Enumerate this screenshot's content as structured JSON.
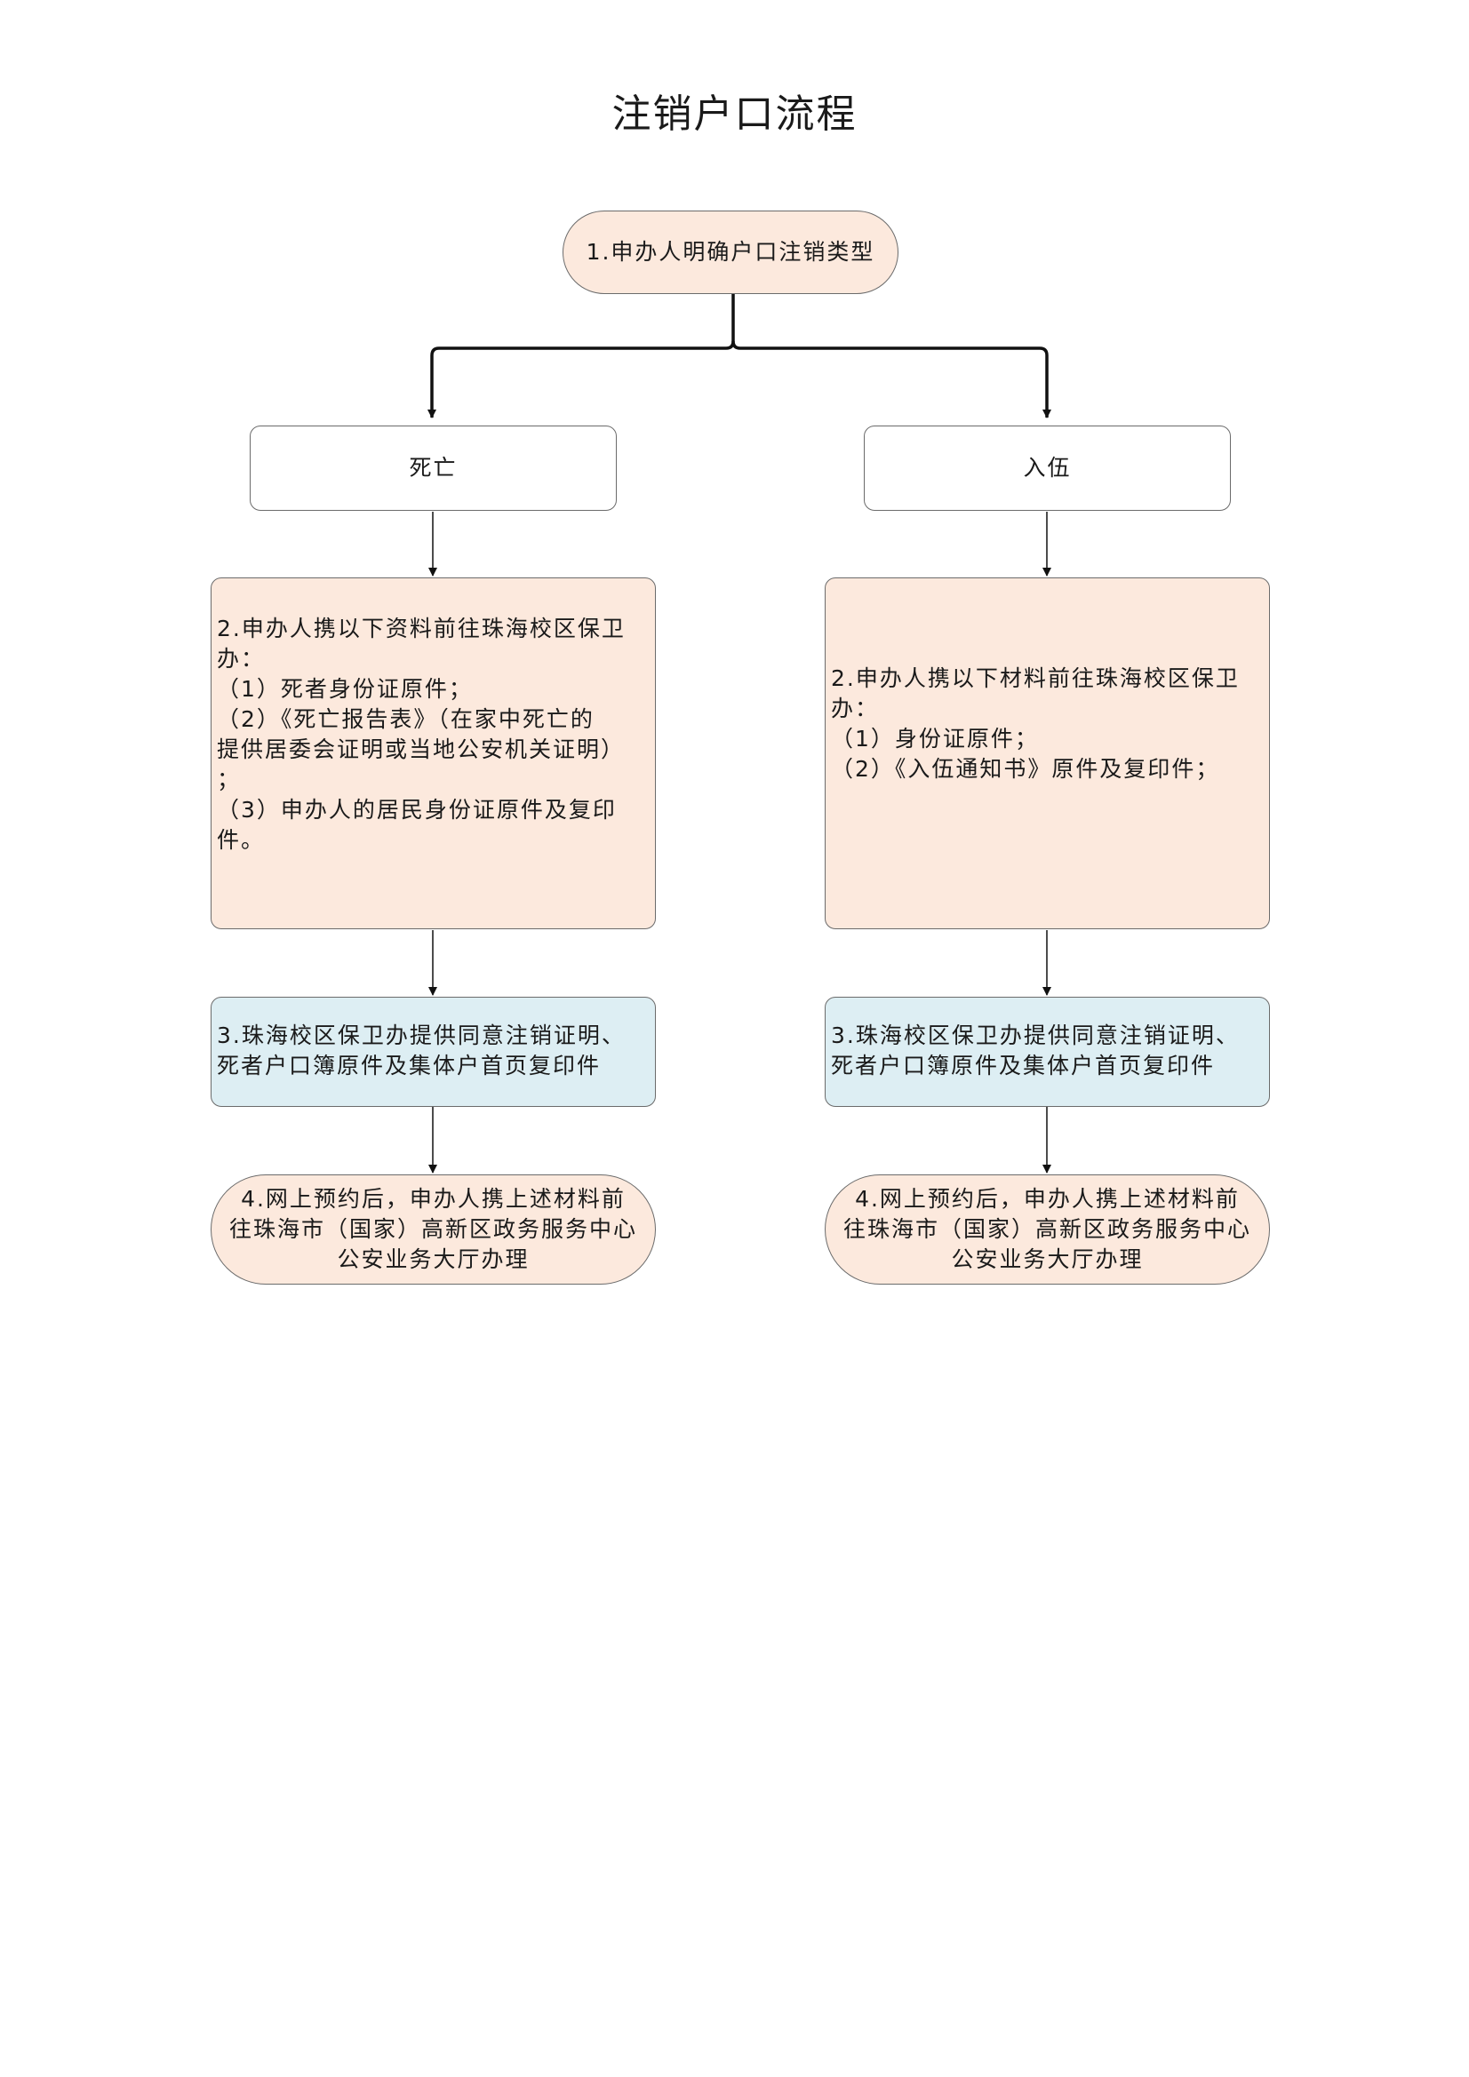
{
  "title": "注销户口流程",
  "start": "1.申办人明确户口注销类型",
  "branches": [
    {
      "label": "死亡",
      "step2": [
        "2.申办人携以下资料前往珠海校区保卫",
        "办：",
        "（1）死者身份证原件；",
        "（2）《死亡报告表》（在家中死亡的",
        "提供居委会证明或当地公安机关证明）",
        "；",
        "（3）申办人的居民身份证原件及复印",
        "件。"
      ],
      "step3": [
        "3.珠海校区保卫办提供同意注销证明、",
        "死者户口簿原件及集体户首页复印件"
      ],
      "step4": [
        "4.网上预约后，申办人携上述材料前",
        "往珠海市（国家）高新区政务服务中心",
        "公安业务大厅办理"
      ]
    },
    {
      "label": "入伍",
      "step2": [
        "2.申办人携以下材料前往珠海校区保卫",
        "办：",
        "（1）身份证原件；",
        "（2）《入伍通知书》原件及复印件；"
      ],
      "step3": [
        "3.珠海校区保卫办提供同意注销证明、",
        "死者户口簿原件及集体户首页复印件"
      ],
      "step4": [
        "4.网上预约后，申办人携上述材料前",
        "往珠海市（国家）高新区政务服务中心",
        "公安业务大厅办理"
      ]
    }
  ],
  "colors": {
    "peach": "#fce9dd",
    "blue": "#ddeef3",
    "border": "#6b6b6b"
  }
}
